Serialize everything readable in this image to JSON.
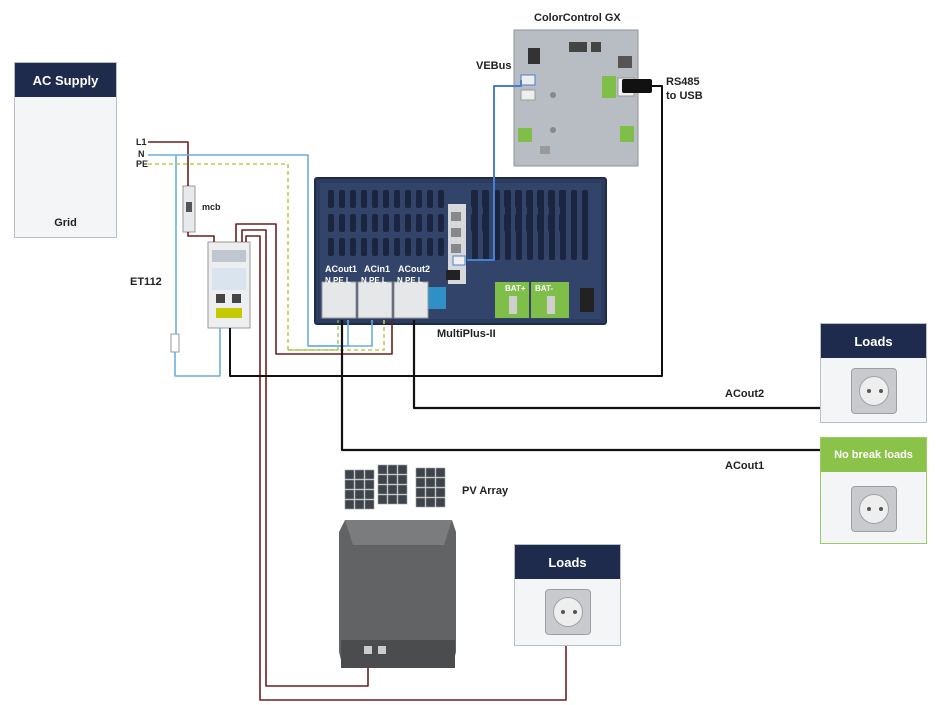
{
  "labels": {
    "ac_supply": "AC Supply",
    "grid": "Grid",
    "l1": "L1",
    "n": "N",
    "pe": "PE",
    "mcb": "mcb",
    "et112": "ET112",
    "colorcontrol": "ColorControl GX",
    "vebus": "VEBus",
    "rs485": "RS485",
    "to_usb": "to USB",
    "multiplus": "MultiPlus-II",
    "acout1_port": "ACout1",
    "acin1_port": "ACin1",
    "acout2_port": "ACout2",
    "n_pe_l_1": "N PE L",
    "n_pe_l_2": "N PE L",
    "n_pe_l_3": "N PE L",
    "bat_plus": "BAT+",
    "bat_minus": "BAT-",
    "loads_top": "Loads",
    "no_break_loads": "No break loads",
    "acout2_line": "ACout2",
    "acout1_line": "ACout1",
    "pv_array": "PV Array",
    "loads_bottom": "Loads"
  },
  "colors": {
    "navy": "#1f2b4d",
    "green": "#8bc34a",
    "wire_black": "#111111",
    "wire_brown": "#6b1f1f",
    "wire_blue": "#6aaede",
    "wire_pe": "#c8c84a",
    "vebus": "#4a7fcf"
  }
}
